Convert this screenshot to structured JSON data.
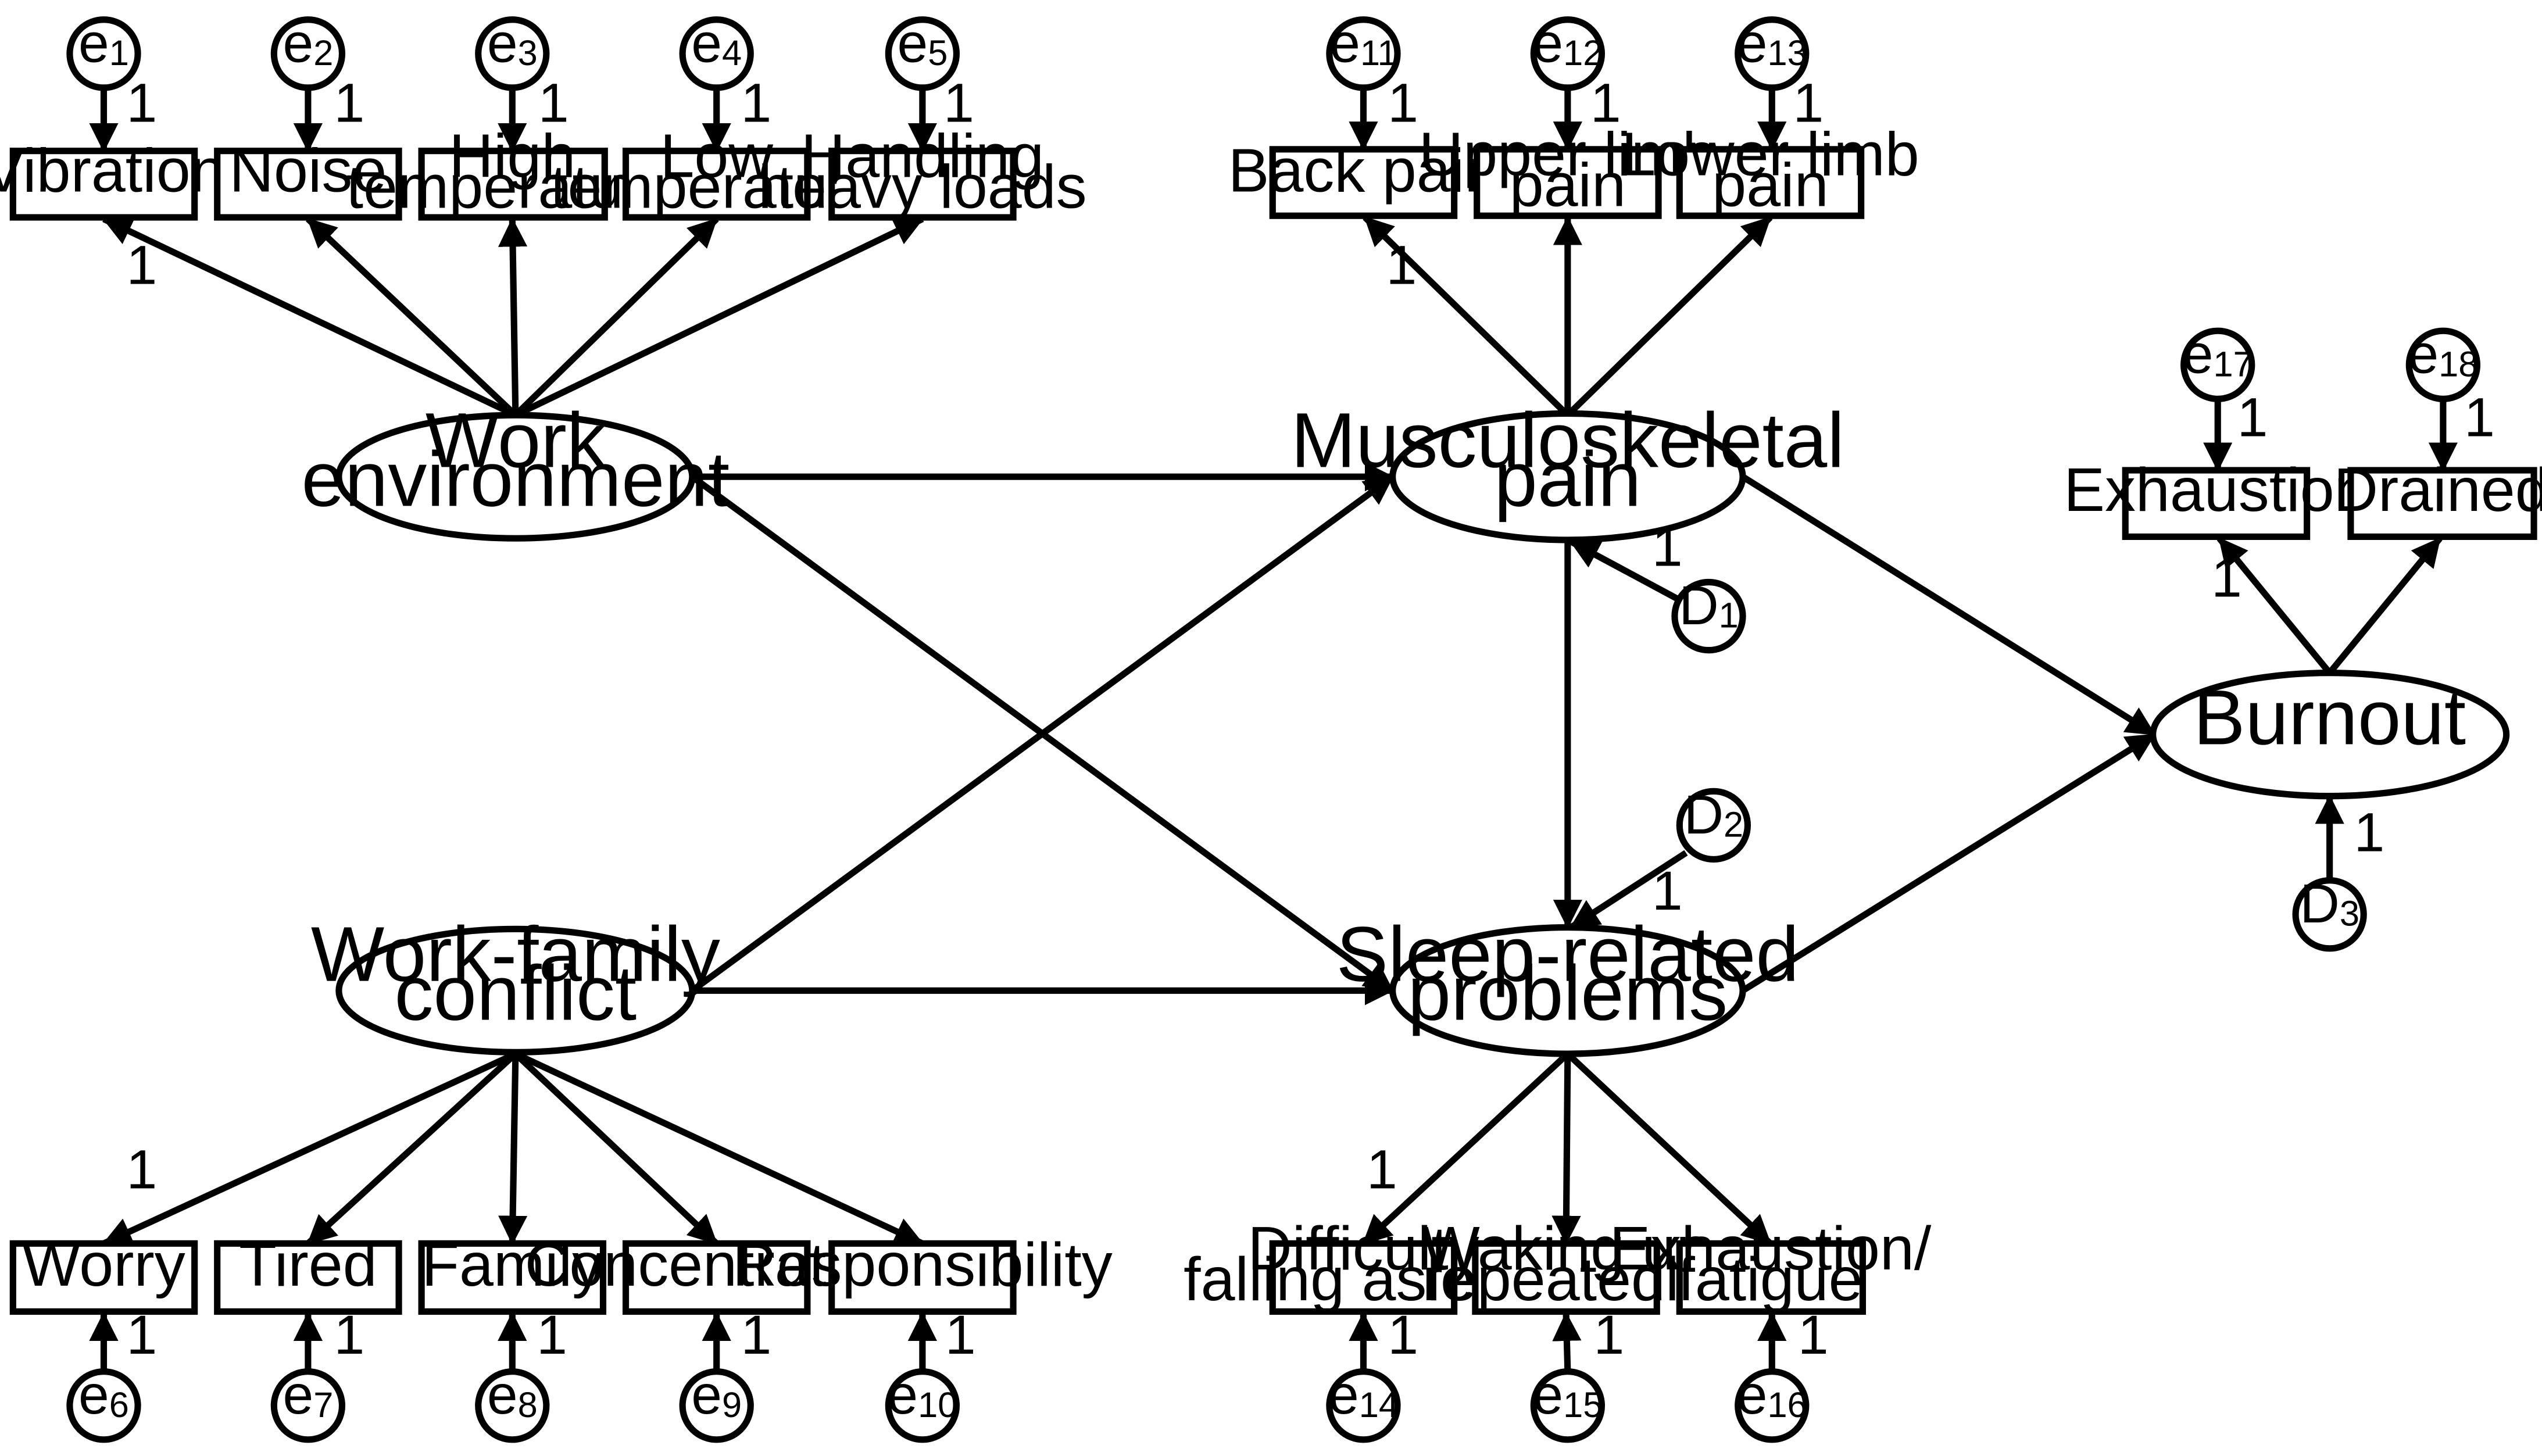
{
  "latents": {
    "work_environment": {
      "line1": "Work",
      "line2": "environment"
    },
    "musculoskeletal_pain": {
      "line1": "Musculoskeletal",
      "line2": "pain"
    },
    "work_family_conflict": {
      "line1": "Work-family",
      "line2": "conflict"
    },
    "sleep_related_problems": {
      "line1": "Sleep-related",
      "line2": "problems"
    },
    "burnout": {
      "line1": "Burnout"
    }
  },
  "indicators": {
    "vibration": {
      "line1": "Vibration"
    },
    "noise": {
      "line1": "Noise"
    },
    "high_temperature": {
      "line1": "High",
      "line2": "temperature"
    },
    "low_temperature": {
      "line1": "Low",
      "line2": "temperature"
    },
    "handling_heavy_loads": {
      "line1": "Handling",
      "line2": "heavy loads"
    },
    "back_pain": {
      "line1": "Back pain"
    },
    "upper_limb_pain": {
      "line1": "Upper limb",
      "line2": "pain"
    },
    "lower_limb_pain": {
      "line1": "Lower limb",
      "line2": "pain"
    },
    "exhaustion": {
      "line1": "Exhaustion"
    },
    "drained": {
      "line1": "Drained"
    },
    "worry": {
      "line1": "Worry"
    },
    "tired": {
      "line1": "Tired"
    },
    "family": {
      "line1": "Family"
    },
    "concentration": {
      "line1": "Concentration"
    },
    "responsibility": {
      "line1": "Responsibility"
    },
    "difficulty_falling_asleep": {
      "line1": "Difficulty",
      "line2": "falling asleep"
    },
    "waking_up_repeatedly": {
      "line1": "Waking up",
      "line2": "repeatedly"
    },
    "exhaustion_fatigue": {
      "line1": "Exhaustion/",
      "line2": "fatigue"
    }
  },
  "errors": {
    "e1": {
      "base": "e",
      "sub": "1"
    },
    "e2": {
      "base": "e",
      "sub": "2"
    },
    "e3": {
      "base": "e",
      "sub": "3"
    },
    "e4": {
      "base": "e",
      "sub": "4"
    },
    "e5": {
      "base": "e",
      "sub": "5"
    },
    "e6": {
      "base": "e",
      "sub": "6"
    },
    "e7": {
      "base": "e",
      "sub": "7"
    },
    "e8": {
      "base": "e",
      "sub": "8"
    },
    "e9": {
      "base": "e",
      "sub": "9"
    },
    "e10": {
      "base": "e",
      "sub": "10"
    },
    "e11": {
      "base": "e",
      "sub": "11"
    },
    "e12": {
      "base": "e",
      "sub": "12"
    },
    "e13": {
      "base": "e",
      "sub": "13"
    },
    "e14": {
      "base": "e",
      "sub": "14"
    },
    "e15": {
      "base": "e",
      "sub": "15"
    },
    "e16": {
      "base": "e",
      "sub": "16"
    },
    "e17": {
      "base": "e",
      "sub": "17"
    },
    "e18": {
      "base": "e",
      "sub": "18"
    },
    "d1": {
      "base": "D",
      "sub": "1"
    },
    "d2": {
      "base": "D",
      "sub": "2"
    },
    "d3": {
      "base": "D",
      "sub": "3"
    }
  },
  "fixed_weight": "1"
}
